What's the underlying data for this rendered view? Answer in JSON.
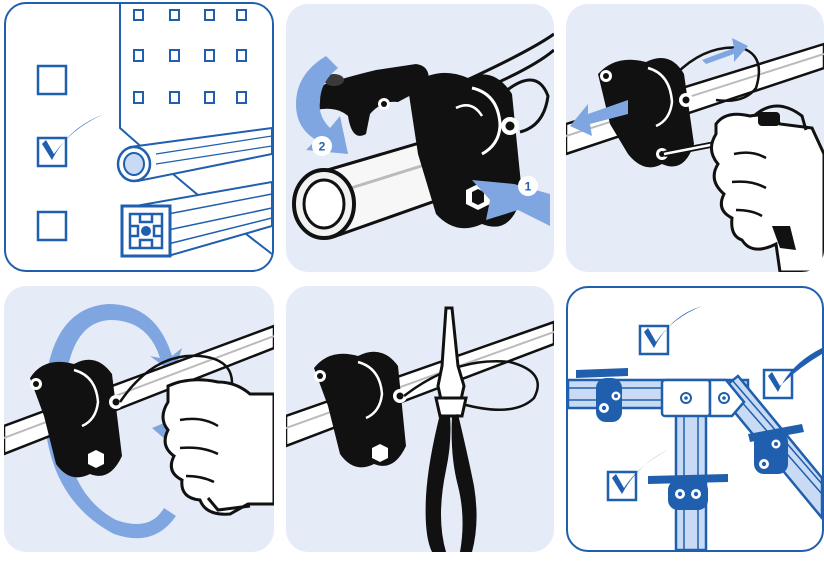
{
  "panels": [
    {
      "id": "select-profile"
    },
    {
      "id": "attach-clamp"
    },
    {
      "id": "tighten-screw"
    },
    {
      "id": "wrap-clip"
    },
    {
      "id": "secure-with-pliers"
    },
    {
      "id": "assembled-frame"
    }
  ],
  "steps": {
    "first": "1",
    "second": "2"
  },
  "colors": {
    "brand_blue": "#1f5fad",
    "arrow_blue": "#7fa6e0",
    "panel_bg": "#e6ecf7",
    "profile_blue": "#c9daf5",
    "hardware_black": "#111111"
  }
}
